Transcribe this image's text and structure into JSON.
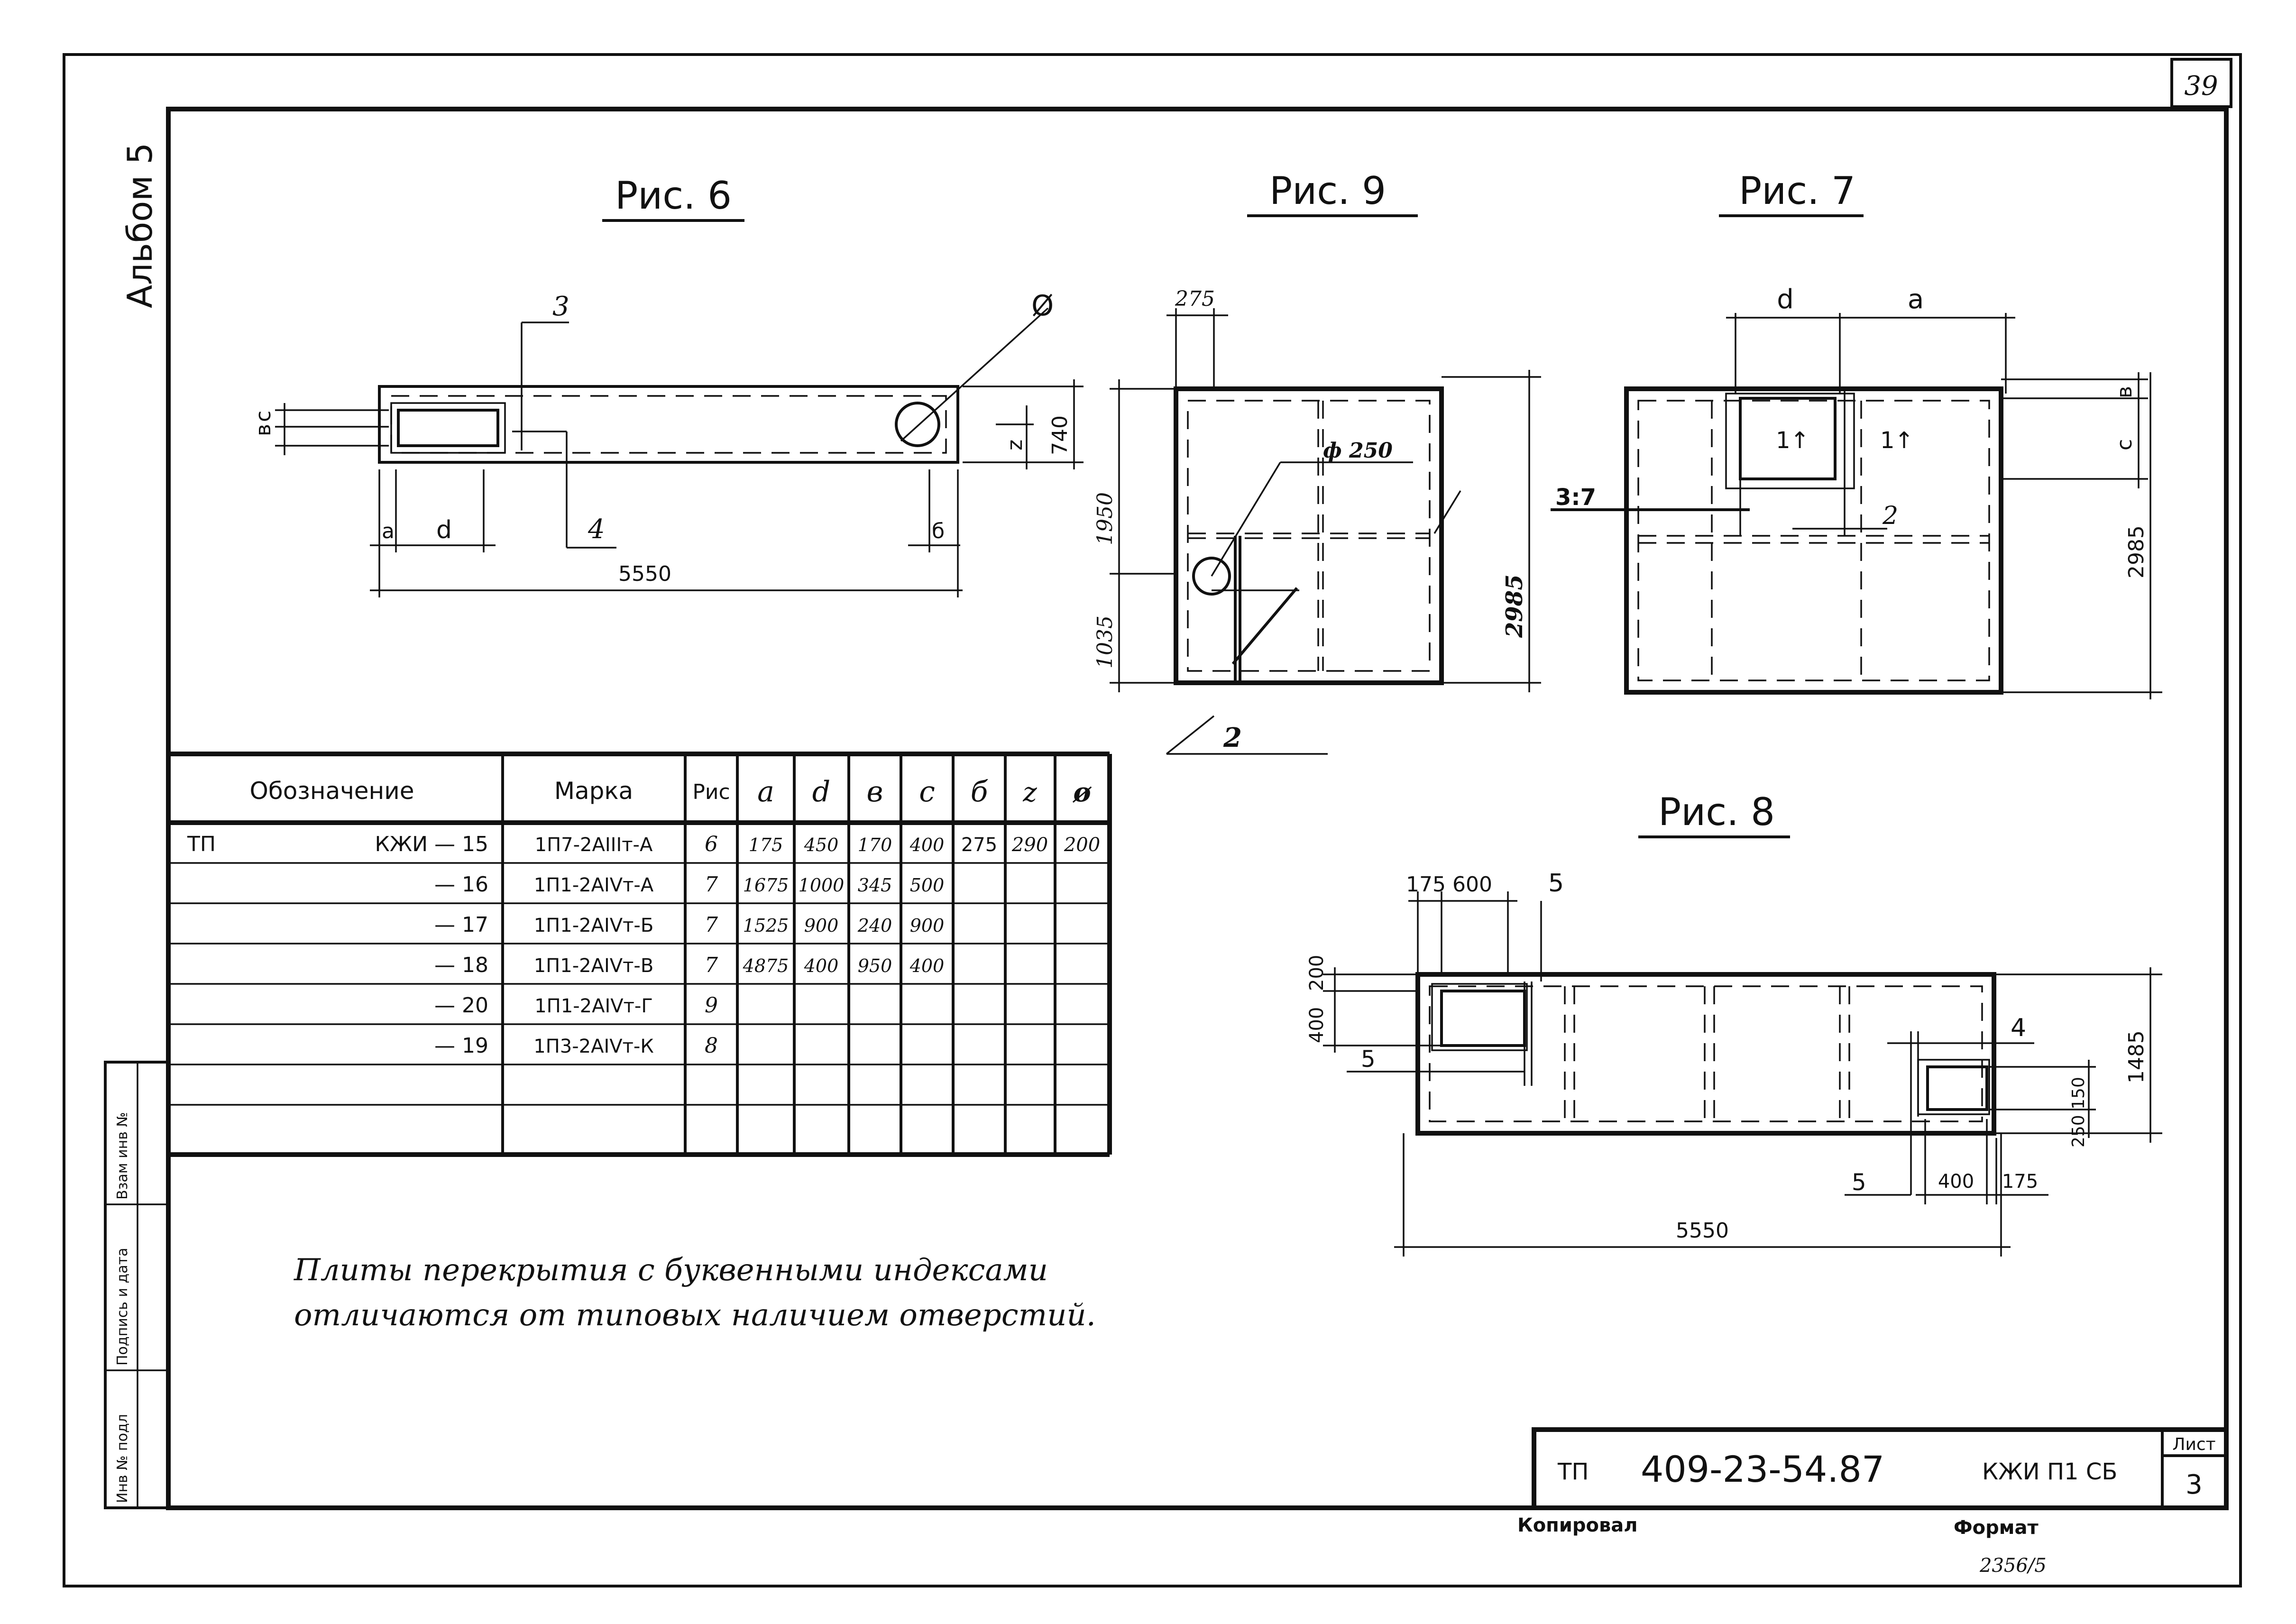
{
  "sheet": {
    "page_number": "39",
    "album": "Альбом 5",
    "side_stamp": [
      "Инв № подл",
      "Подпись и дата",
      "Взам инв №"
    ],
    "note_line1": "Плиты перекрытия с буквенными индексами",
    "note_line2": "отличаются от типовых наличием отверстий.",
    "title_prefix": "ТП",
    "title_code": "409-23-54.87",
    "title_suffix": "КЖИ П1 СБ",
    "list_label": "Лист",
    "list_number": "3",
    "kopiroval": "Копировал",
    "format": "Формат",
    "order_no": "2356/5"
  },
  "figures": {
    "fig6": {
      "title": "Рис. 6",
      "labels": {
        "n3": "3",
        "n4": "4",
        "phi": "Ø",
        "b": "в",
        "c": "с",
        "z": "z",
        "a": "а",
        "d": "d",
        "delta": "б"
      },
      "dims": {
        "d740": "740",
        "d5550": "5550"
      }
    },
    "fig9": {
      "title": "Рис. 9",
      "dims": {
        "d275": "275",
        "d1950": "1950",
        "d1035": "1035",
        "d2985": "2985",
        "phi250": "ф 250"
      },
      "callout": "2"
    },
    "fig7": {
      "title": "Рис. 7",
      "labels": {
        "d": "d",
        "a": "а",
        "b": "в",
        "c": "с",
        "two": "2",
        "ref": "3:7",
        "arrow": "1↑"
      },
      "dims": {
        "d2985": "2985"
      }
    },
    "fig8": {
      "title": "Рис. 8",
      "labels": {
        "n5a": "5",
        "n5b": "5",
        "n5c": "5",
        "n4": "4"
      },
      "dims": {
        "d175_600": "175 600",
        "d200": "200",
        "d400": "400",
        "d1485": "1485",
        "d250_150": "250 150",
        "d400b": "400",
        "d175b": "175",
        "d5550": "5550"
      }
    }
  },
  "table": {
    "headers": [
      "Обозначение",
      "Марка",
      "Рис",
      "a",
      "d",
      "в",
      "c",
      "б",
      "z",
      "ø"
    ],
    "rows": [
      {
        "prefix": "ТП",
        "oboz": "КЖИ — 15",
        "marka": "1П7-2АIIIт-А",
        "ris": "6",
        "a": "175",
        "d": "450",
        "v": "170",
        "c": "400",
        "b": "275",
        "z": "290",
        "phi": "200"
      },
      {
        "prefix": "",
        "oboz": "— 16",
        "marka": "1П1-2АIVт-А",
        "ris": "7",
        "a": "1675",
        "d": "1000",
        "v": "345",
        "c": "500",
        "b": "",
        "z": "",
        "phi": ""
      },
      {
        "prefix": "",
        "oboz": "— 17",
        "marka": "1П1-2АIVт-Б",
        "ris": "7",
        "a": "1525",
        "d": "900",
        "v": "240",
        "c": "900",
        "b": "",
        "z": "",
        "phi": ""
      },
      {
        "prefix": "",
        "oboz": "— 18",
        "marka": "1П1-2АIVт-В",
        "ris": "7",
        "a": "4875",
        "d": "400",
        "v": "950",
        "c": "400",
        "b": "",
        "z": "",
        "phi": ""
      },
      {
        "prefix": "",
        "oboz": "— 20",
        "marka": "1П1-2АIVт-Г",
        "ris": "9",
        "a": "",
        "d": "",
        "v": "",
        "c": "",
        "b": "",
        "z": "",
        "phi": ""
      },
      {
        "prefix": "",
        "oboz": "— 19",
        "marka": "1П3-2АIVт-К",
        "ris": "8",
        "a": "",
        "d": "",
        "v": "",
        "c": "",
        "b": "",
        "z": "",
        "phi": ""
      }
    ]
  }
}
